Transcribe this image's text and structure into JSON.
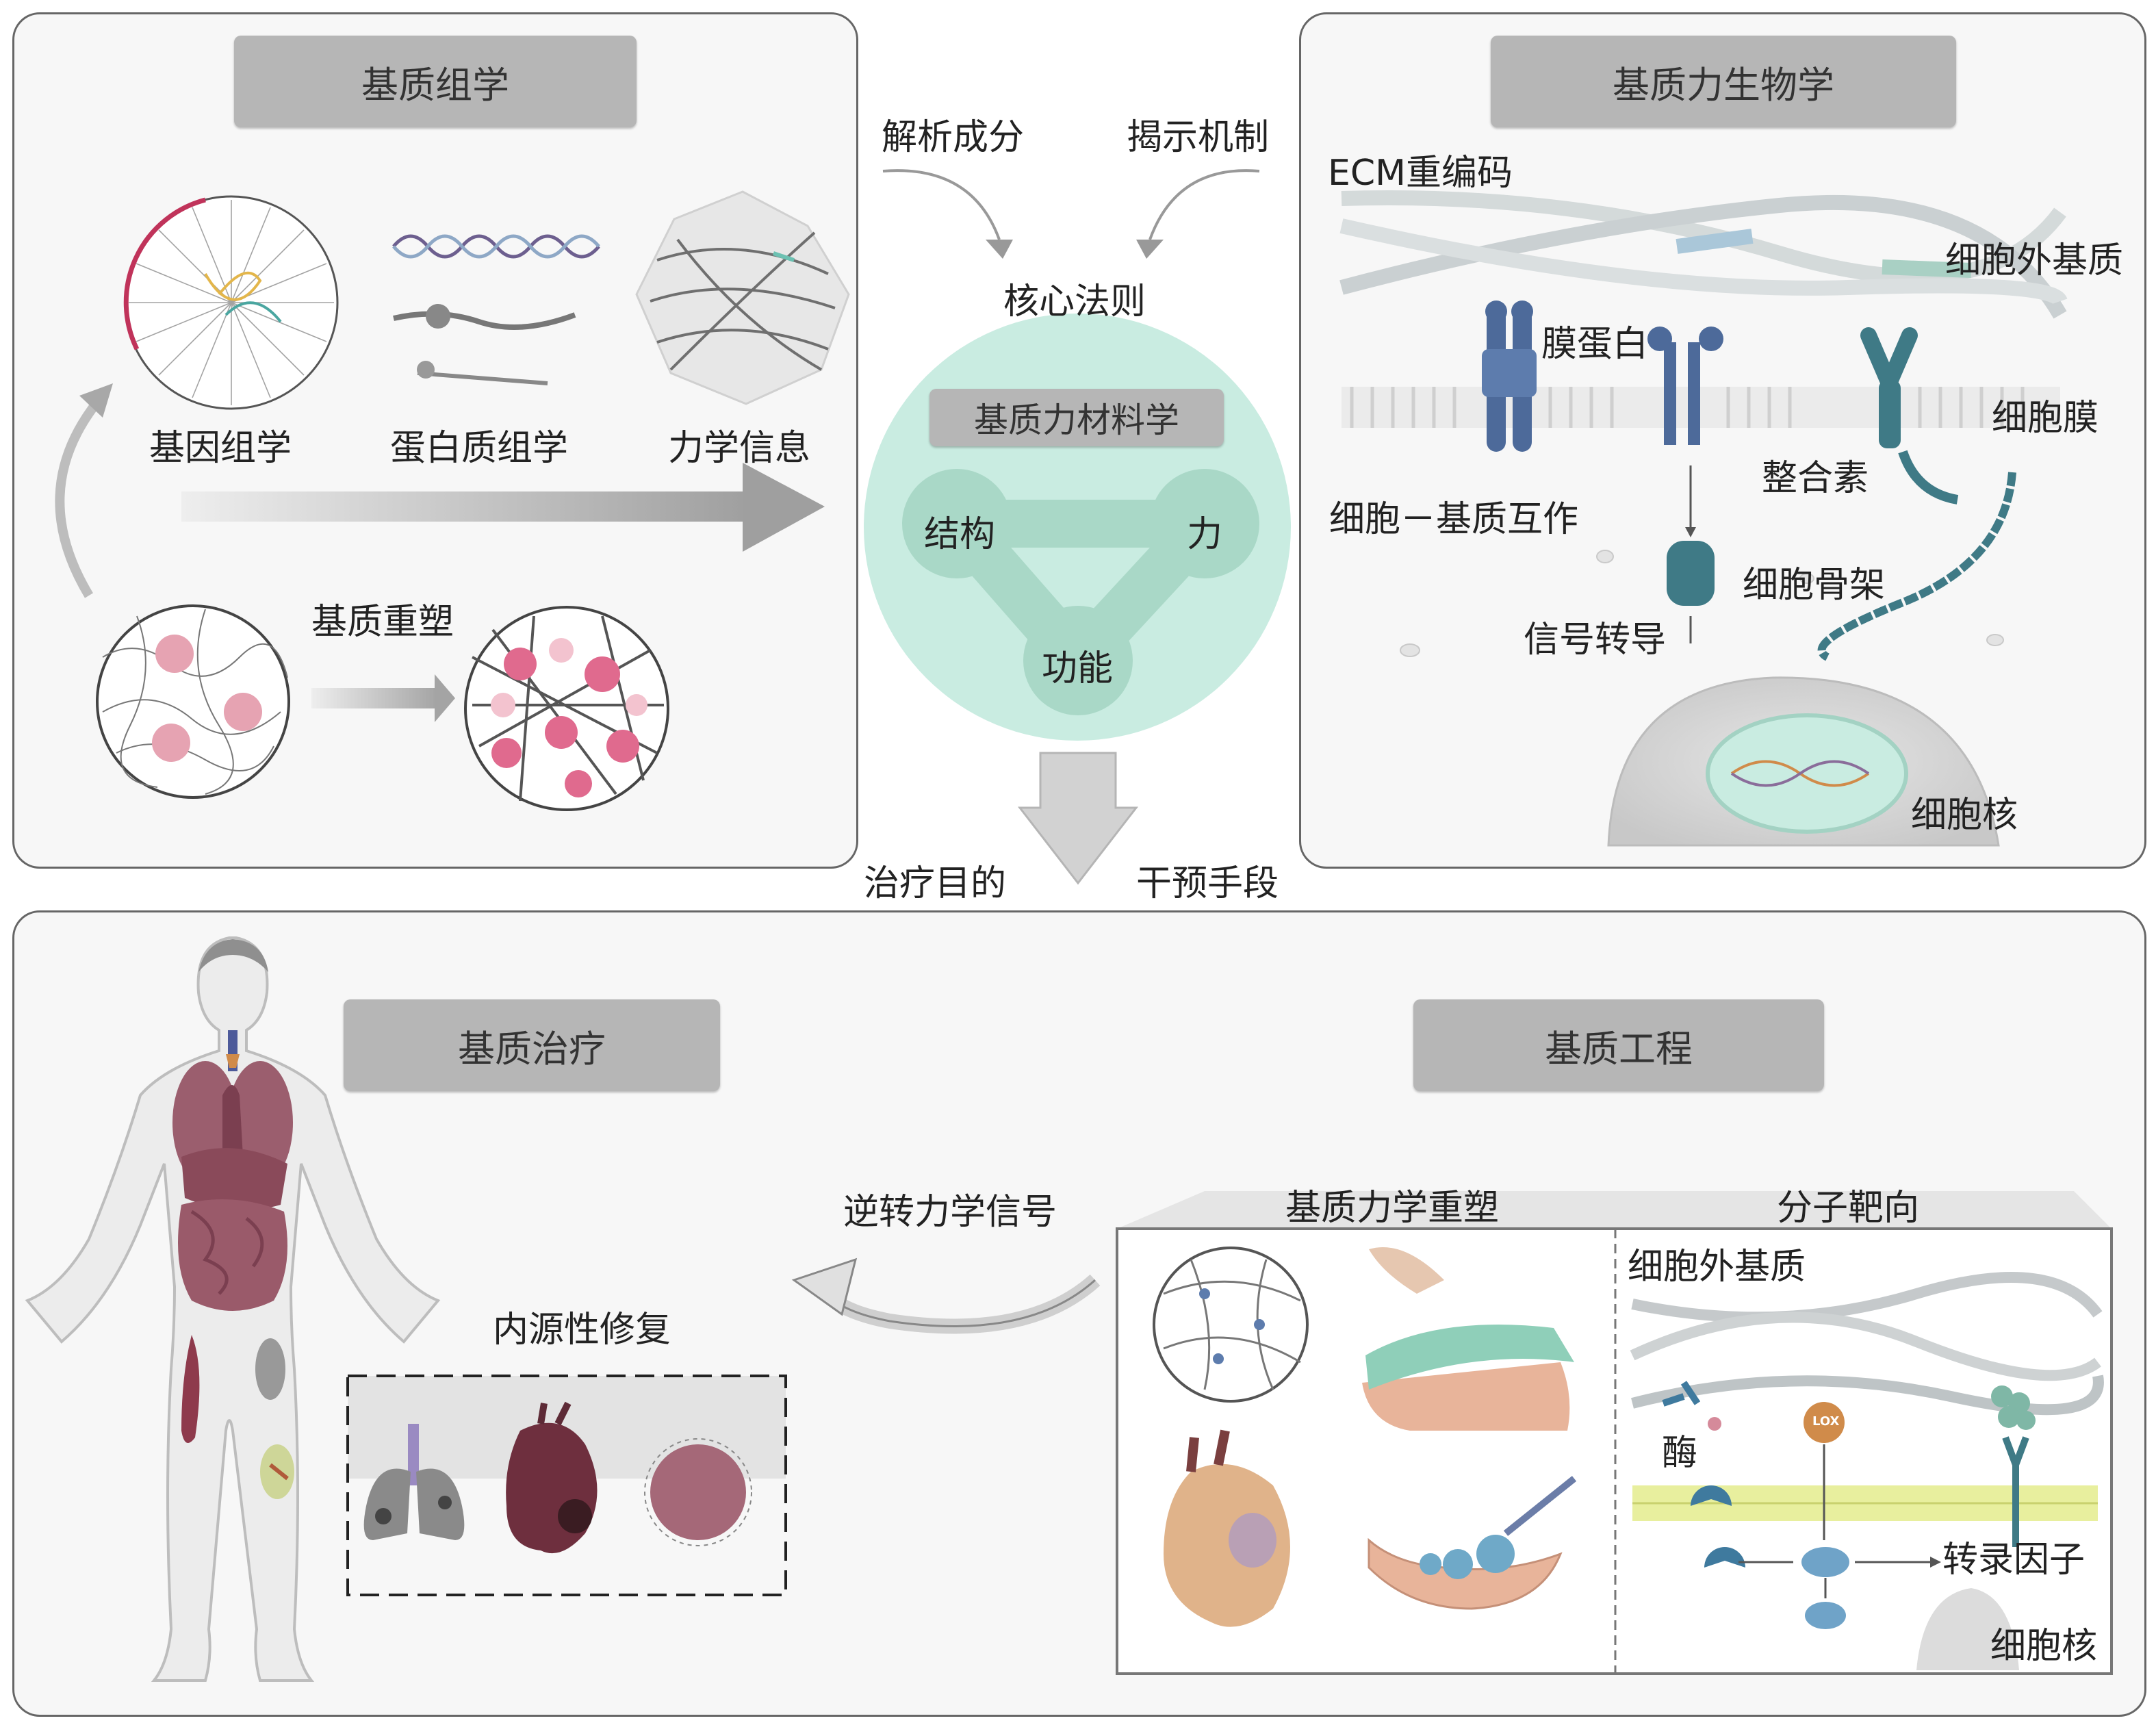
{
  "top_left": {
    "header": "基质组学",
    "omics": [
      "基因组学",
      "蛋白质组学",
      "力学信息"
    ],
    "remodel_label": "基质重塑"
  },
  "center": {
    "analyze": "解析成分",
    "reveal": "揭示机制",
    "core_law": "核心法则",
    "core_title": "基质力材料学",
    "triangle": {
      "structure": "结构",
      "force": "力",
      "function": "功能"
    },
    "therapy_goal": "治疗目的",
    "intervention": "干预手段"
  },
  "top_right": {
    "header": "基质力生物学",
    "ecm_recode": "ECM重编码",
    "ecm": "细胞外基质",
    "membrane_protein": "膜蛋白",
    "cell_membrane": "细胞膜",
    "integrin": "整合素",
    "cell_matrix": "细胞－基质互作",
    "cytoskeleton": "细胞骨架",
    "signal": "信号转导",
    "nucleus": "细胞核"
  },
  "bottom": {
    "therapy_header": "基质治疗",
    "engineering_header": "基质工程",
    "reverse_signal": "逆转力学信号",
    "endogenous_repair": "内源性修复",
    "mech_remodel": "基质力学重塑",
    "molecular_target": "分子靶向",
    "ecm": "细胞外基质",
    "enzyme": "酶",
    "lox": "LOX",
    "tf": "转录因子",
    "nucleus": "细胞核"
  },
  "colors": {
    "panel_bg": "#f7f7f7",
    "header_bg": "#b6b6b6",
    "mint": "#c9ece1",
    "mint_dark": "#a9d8c7",
    "protein_blue": "#4d6a9a",
    "teal": "#3f7a86",
    "organ_red": "#8e4a5a"
  }
}
